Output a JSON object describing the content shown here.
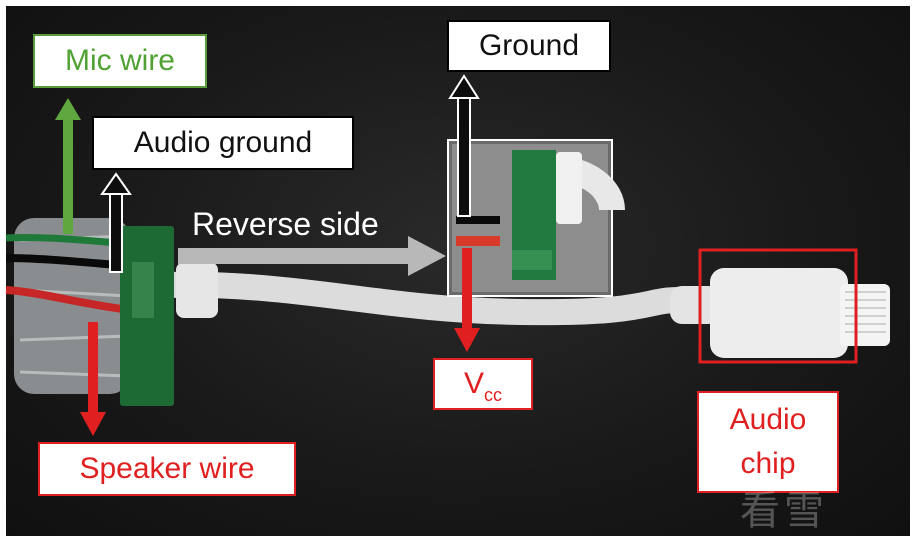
{
  "labels": {
    "mic_wire": "Mic wire",
    "audio_ground": "Audio ground",
    "ground": "Ground",
    "reverse_side": "Reverse side",
    "vcc_main": "V",
    "vcc_sub": "cc",
    "speaker_wire": "Speaker wire",
    "audio_chip_line1": "Audio",
    "audio_chip_line2": "chip"
  },
  "watermark": "看雪",
  "colors": {
    "background": "#141414",
    "mic_wire": "#4fa233",
    "speaker_wire": "#e02020",
    "arrow_gray": "#b8b8b8",
    "cable": "#e8e8e8"
  }
}
